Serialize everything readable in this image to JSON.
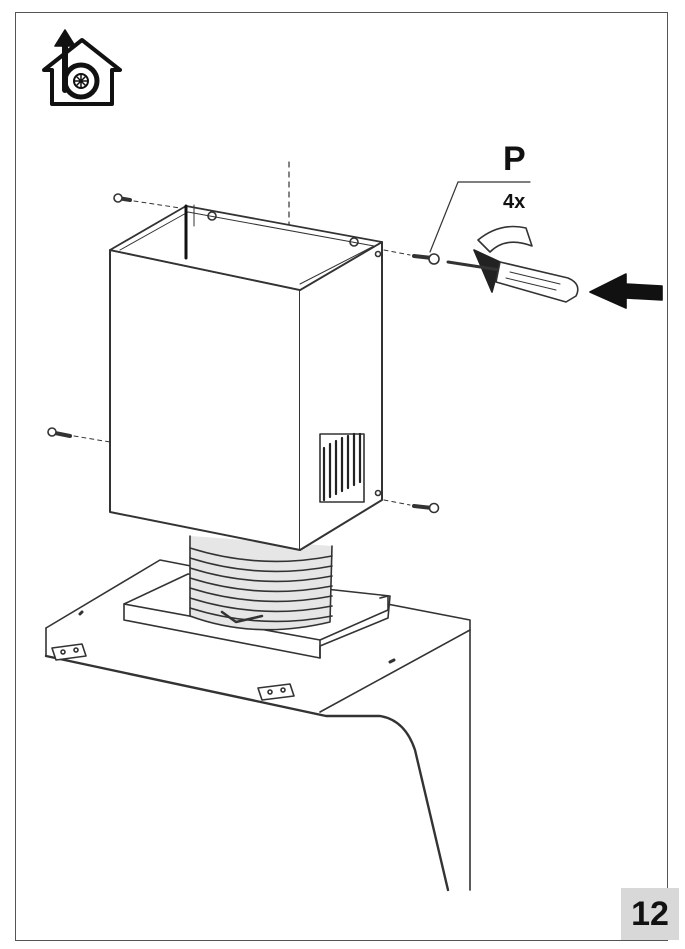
{
  "fastener": {
    "code": "P",
    "quantity": "4x"
  },
  "page": {
    "number": "12"
  },
  "icons": {
    "mode": "ducted-extraction-icon",
    "tool": "screwdriver-icon",
    "direction": "push-arrow-icon",
    "rotation": "rotate-arrow-icon"
  },
  "colors": {
    "line": "#333333",
    "badge": "#d8d8d8"
  }
}
